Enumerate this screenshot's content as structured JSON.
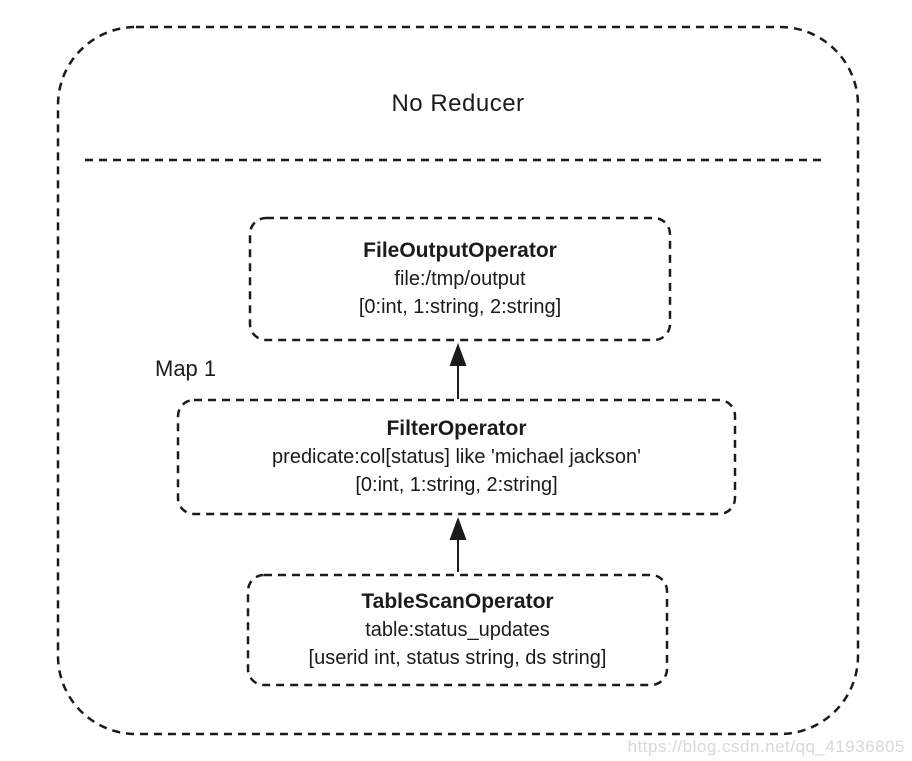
{
  "diagram": {
    "title": "No Reducer",
    "map_label": "Map 1",
    "nodes": [
      {
        "id": "file-output-operator",
        "title": "FileOutputOperator",
        "lines": [
          "file:/tmp/output",
          "[0:int, 1:string, 2:string]"
        ]
      },
      {
        "id": "filter-operator",
        "title": "FilterOperator",
        "lines": [
          "predicate:col[status] like 'michael jackson'",
          "[0:int, 1:string, 2:string]"
        ]
      },
      {
        "id": "table-scan-operator",
        "title": "TableScanOperator",
        "lines": [
          "table:status_updates",
          "[userid int, status string, ds string]"
        ]
      }
    ],
    "edges": [
      {
        "from": "table-scan-operator",
        "to": "filter-operator",
        "direction": "up"
      },
      {
        "from": "filter-operator",
        "to": "file-output-operator",
        "direction": "up"
      }
    ],
    "colors": {
      "stroke": "#1b1b1b",
      "text": "#1b1b1b",
      "background": "#ffffff",
      "watermark": "#d8d8d8"
    }
  },
  "watermark": {
    "text": "https://blog.csdn.net/qq_41936805"
  }
}
